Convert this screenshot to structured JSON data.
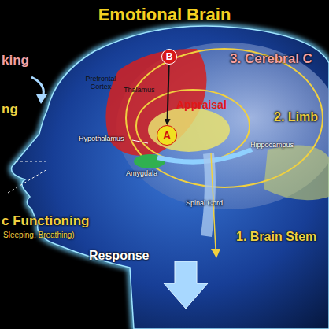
{
  "diagram": {
    "title": "Emotional Brain",
    "nodes": [
      {
        "text": [
          "B"
        ]
      },
      {
        "text": [
          "A"
        ]
      }
    ],
    "edges": [
      {
        "from": 0,
        "to": 1,
        "arrow": "to"
      }
    ],
    "labels": [
      "king",
      "ng",
      "3. Cerebral C",
      "2. Limb",
      "1. Brain Stem",
      "c Functioning",
      "Sleeping, Breathing)",
      "Response",
      "Prefrontal Cortex",
      "Thalamus",
      "Appraisal",
      "Hypothalamus",
      "Amygdala",
      "Hippocampus",
      "Spinal Cord"
    ]
  }
}
